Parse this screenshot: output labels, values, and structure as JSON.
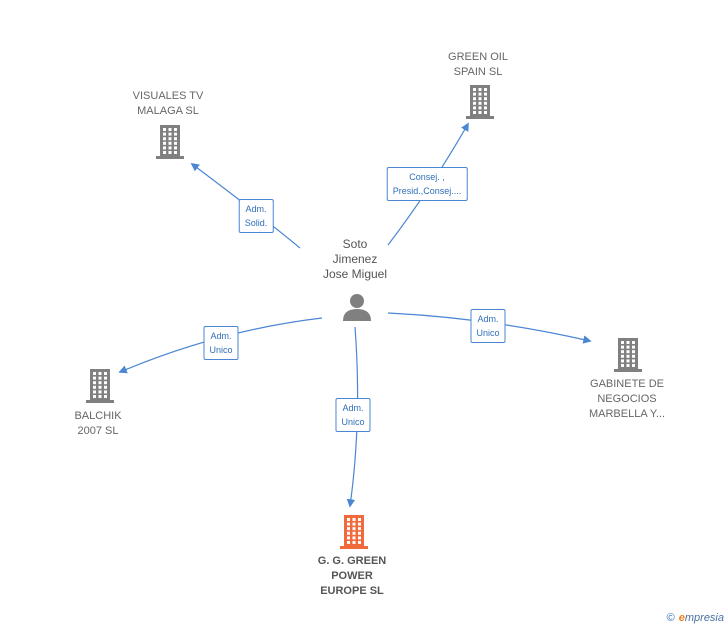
{
  "colors": {
    "edge": "#4a86d4",
    "building": "#808080",
    "building_main": "#f06a3c",
    "person": "#808080"
  },
  "person": {
    "label": "Soto\nJimenez\nJose Miguel",
    "icon": "person-icon"
  },
  "companies": [
    {
      "id": "visuales",
      "label": "VISUALES TV\nMALAGA  SL",
      "icon": "building-icon",
      "main": false
    },
    {
      "id": "greenoil",
      "label": "GREEN OIL\nSPAIN SL",
      "icon": "building-icon",
      "main": false
    },
    {
      "id": "balchik",
      "label": "BALCHIK\n2007 SL",
      "icon": "building-icon",
      "main": false
    },
    {
      "id": "gabinete",
      "label": "GABINETE DE\nNEGOCIOS\nMARBELLA Y...",
      "icon": "building-icon",
      "main": false
    },
    {
      "id": "gggreen",
      "label": "G.  G. GREEN\nPOWER\nEUROPE SL",
      "icon": "building-icon",
      "main": true
    }
  ],
  "edges": [
    {
      "to": "visuales",
      "label": "Adm.\nSolid."
    },
    {
      "to": "greenoil",
      "label": "Consej. ,\nPresid.,Consej...."
    },
    {
      "to": "balchik",
      "label": "Adm.\nUnico"
    },
    {
      "to": "gabinete",
      "label": "Adm.\nUnico"
    },
    {
      "to": "gggreen",
      "label": "Adm.\nUnico"
    }
  ],
  "footer": {
    "copyright": "©",
    "brand_initial": "e",
    "brand_rest": "mpresia"
  }
}
